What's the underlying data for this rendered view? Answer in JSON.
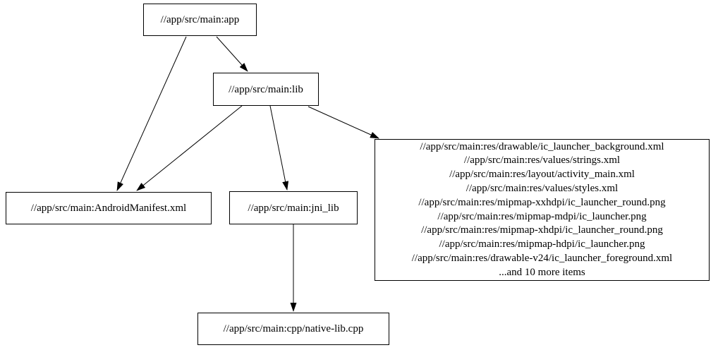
{
  "diagram": {
    "type": "dependency-graph",
    "colors": {
      "background": "#ffffff",
      "node_fill": "#ffffff",
      "node_border": "#000000",
      "edge": "#000000",
      "text": "#000000"
    },
    "nodes": {
      "app": {
        "label": "//app/src/main:app"
      },
      "lib": {
        "label": "//app/src/main:lib"
      },
      "android_manifest": {
        "label": "//app/src/main:AndroidManifest.xml"
      },
      "jni_lib": {
        "label": "//app/src/main:jni_lib"
      },
      "res_group": {
        "lines": [
          "//app/src/main:res/drawable/ic_launcher_background.xml",
          "//app/src/main:res/values/strings.xml",
          "//app/src/main:res/layout/activity_main.xml",
          "//app/src/main:res/values/styles.xml",
          "//app/src/main:res/mipmap-xxhdpi/ic_launcher_round.png",
          "//app/src/main:res/mipmap-mdpi/ic_launcher.png",
          "//app/src/main:res/mipmap-xhdpi/ic_launcher_round.png",
          "//app/src/main:res/mipmap-hdpi/ic_launcher.png",
          "//app/src/main:res/drawable-v24/ic_launcher_foreground.xml",
          "...and 10 more items"
        ]
      },
      "native_lib": {
        "label": "//app/src/main:cpp/native-lib.cpp"
      }
    },
    "edges": [
      {
        "from": "app",
        "to": "lib"
      },
      {
        "from": "app",
        "to": "android_manifest"
      },
      {
        "from": "lib",
        "to": "android_manifest"
      },
      {
        "from": "lib",
        "to": "jni_lib"
      },
      {
        "from": "lib",
        "to": "res_group"
      },
      {
        "from": "jni_lib",
        "to": "native_lib"
      }
    ]
  }
}
